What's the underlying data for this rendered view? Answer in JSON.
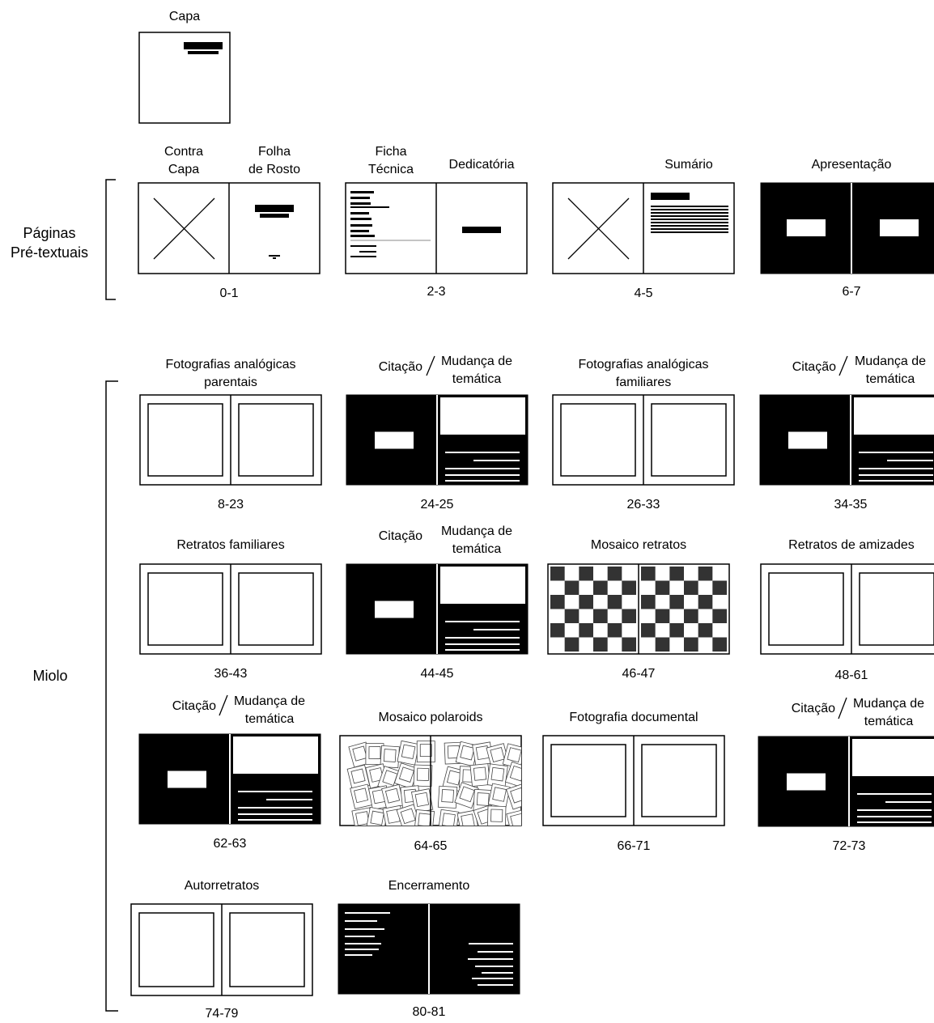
{
  "sections": {
    "pretextual": "Páginas\nPré-textuais",
    "miolo": "Miolo"
  },
  "cover": {
    "title": "Capa"
  },
  "pretextual": {
    "contra_capa": "Contra\nCapa",
    "folha_de_rosto": "Folha\nde Rosto",
    "ficha_tecnica": "Ficha\nTécnica",
    "dedicatoria": "Dedicatória",
    "sumario": "Sumário",
    "apresentacao": "Apresentação",
    "pages": [
      "0-1",
      "2-3",
      "4-5",
      "6-7"
    ]
  },
  "citacao": {
    "left": "Citação",
    "right": "Mudança de\ntemática"
  },
  "miolo": {
    "spreads": [
      {
        "title": "Fotografias analógicas\nparentais",
        "pages": "8-23"
      },
      {
        "title": "",
        "pages": "24-25"
      },
      {
        "title": "Fotografias analógicas\nfamiliares",
        "pages": "26-33"
      },
      {
        "title": "",
        "pages": "34-35"
      },
      {
        "title": "Retratos familiares",
        "pages": "36-43"
      },
      {
        "title": "",
        "pages": "44-45"
      },
      {
        "title": "Mosaico retratos",
        "pages": "46-47"
      },
      {
        "title": "Retratos de amizades",
        "pages": "48-61"
      },
      {
        "title": "",
        "pages": "62-63"
      },
      {
        "title": "Mosaico polaroids",
        "pages": "64-65"
      },
      {
        "title": "Fotografia documental",
        "pages": "66-71"
      },
      {
        "title": "",
        "pages": "72-73"
      },
      {
        "title": "Autorretratos",
        "pages": "74-79"
      },
      {
        "title": "Encerramento",
        "pages": "80-81"
      }
    ]
  }
}
